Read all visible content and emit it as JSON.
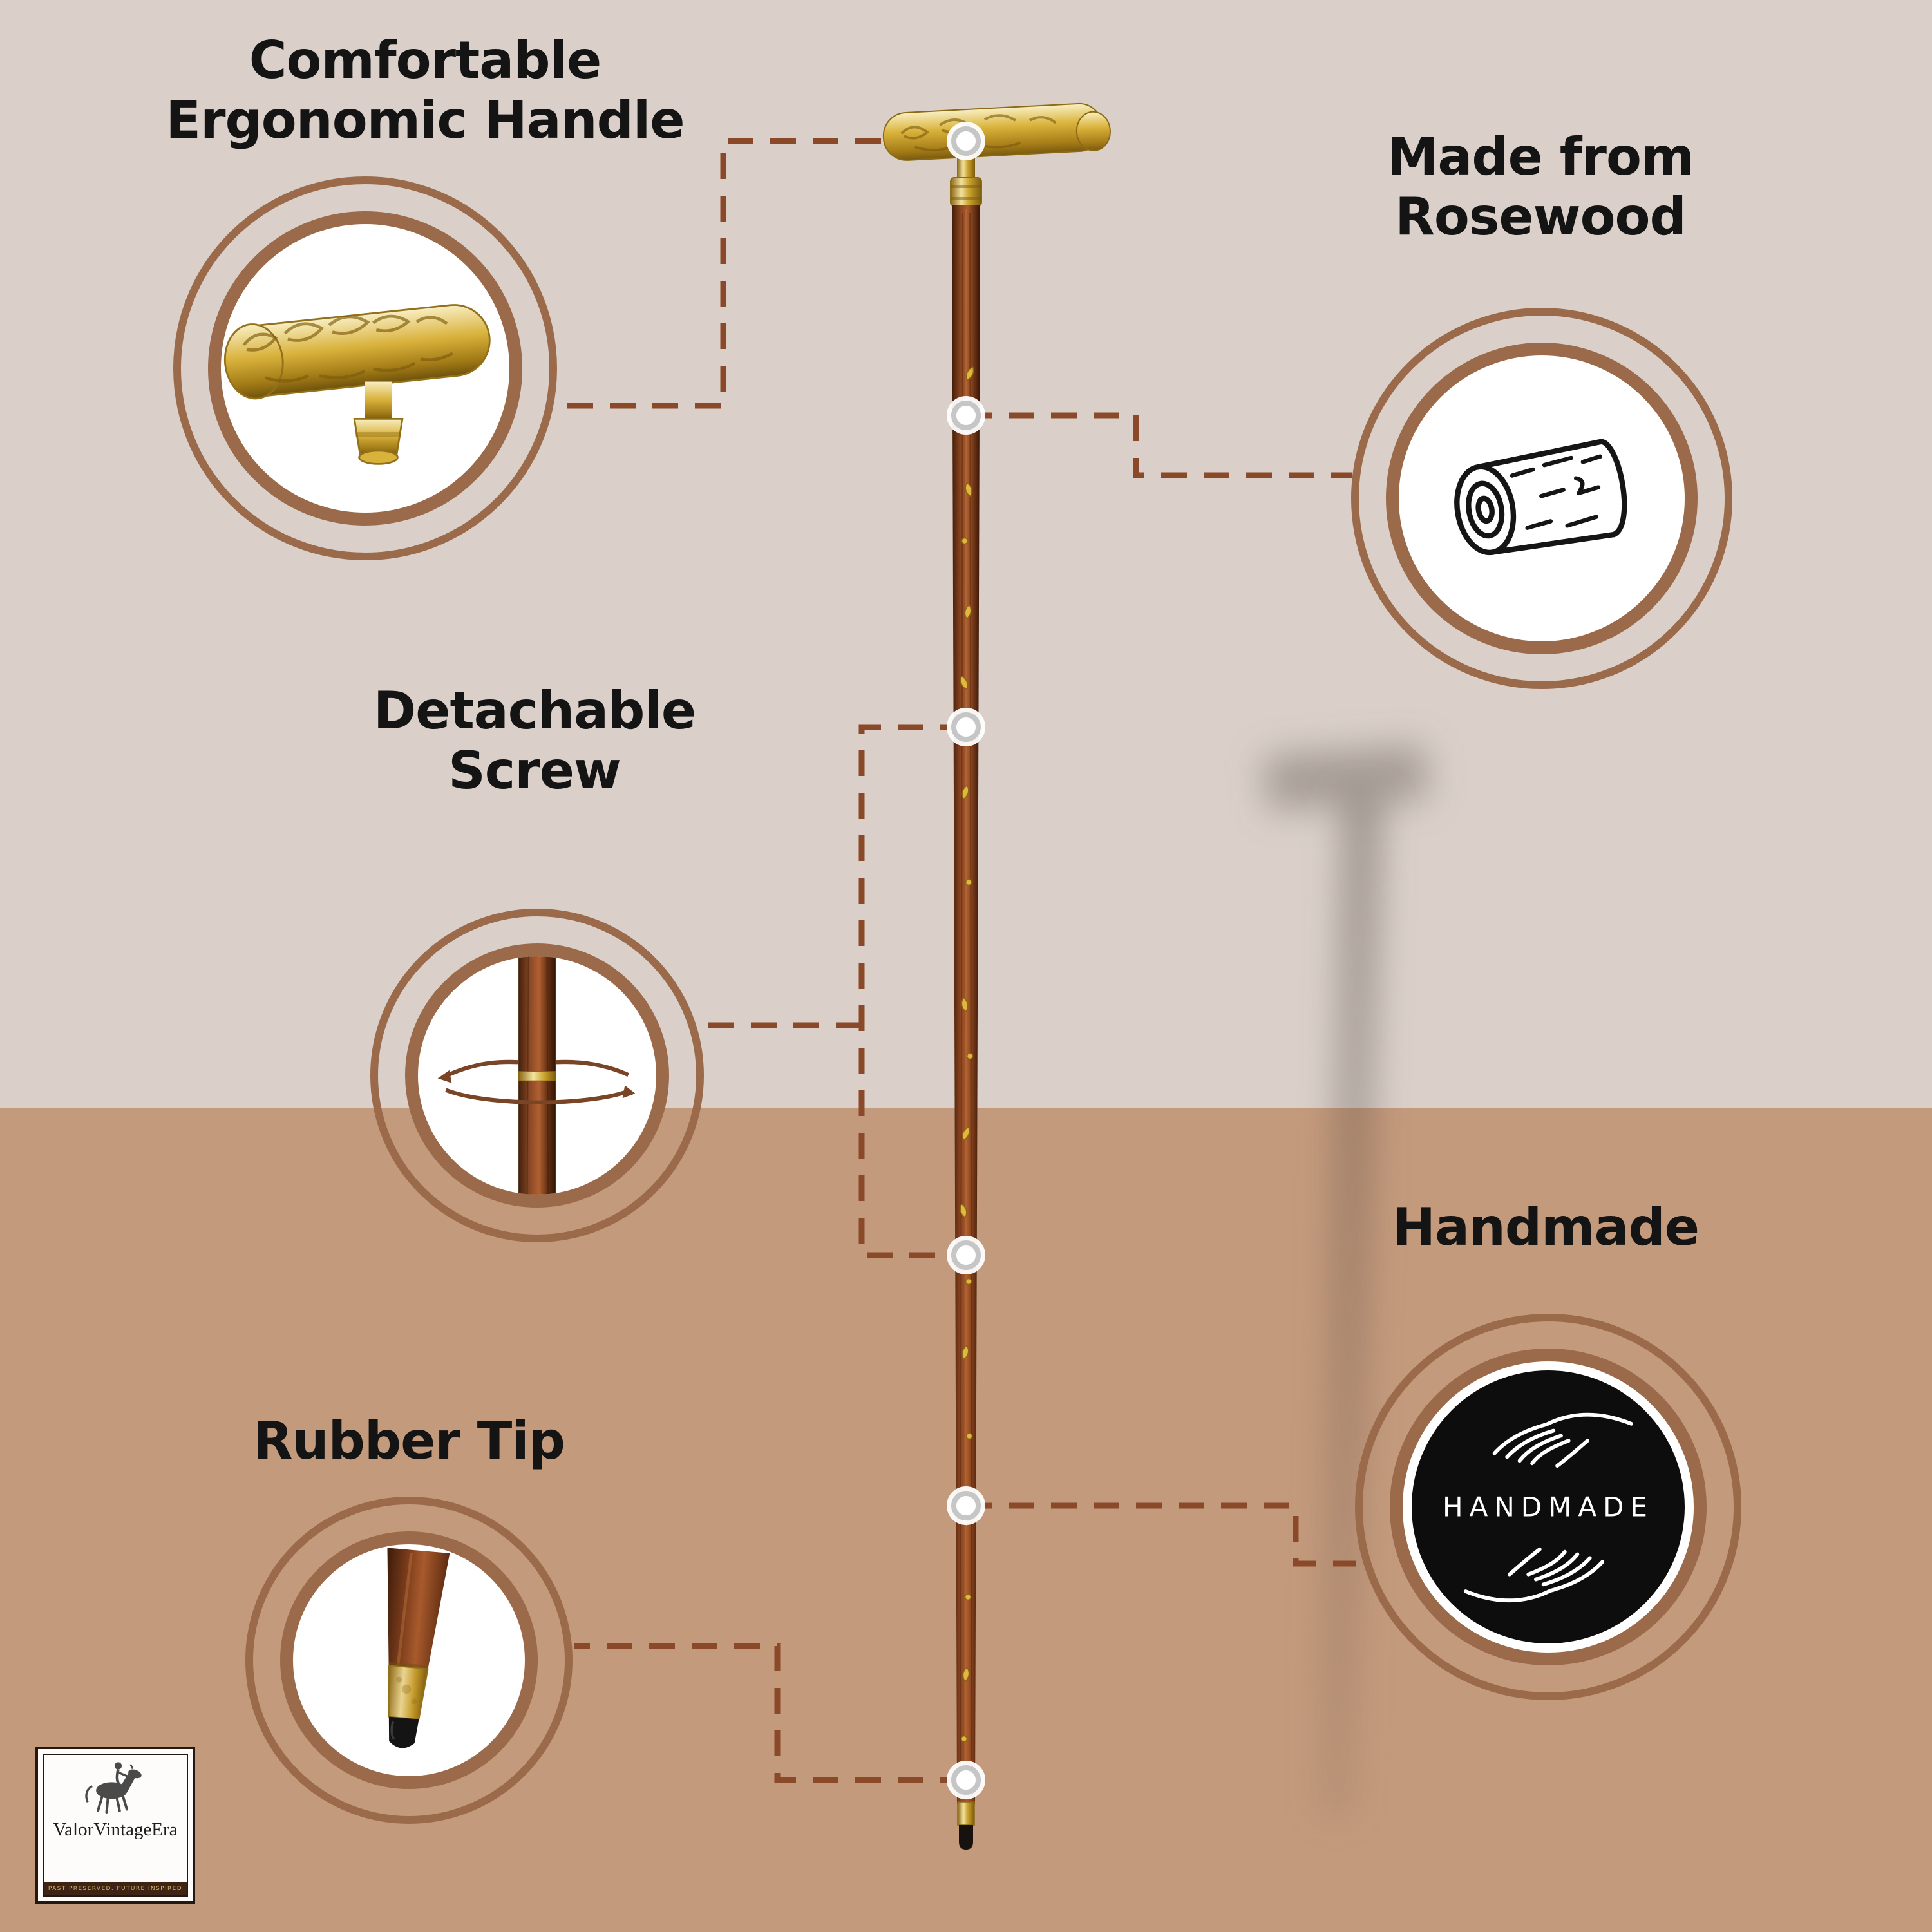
{
  "callouts": {
    "handle": {
      "line1": "Comfortable",
      "line2": "Ergonomic Handle"
    },
    "rosewood": {
      "line1": "Made from",
      "line2": "Rosewood"
    },
    "screw": {
      "line1": "Detachable",
      "line2": "Screw"
    },
    "handmade": {
      "label": "Handmade"
    },
    "tip": {
      "label": "Rubber Tip"
    }
  },
  "handmade_badge": {
    "text": "HANDMADE"
  },
  "logo": {
    "brand": "ValorVintageEra",
    "tagline": "PAST PRESERVED. FUTURE INSPIRED"
  },
  "icons": {
    "rosewood_icon": "log-icon",
    "screw_icon": "rotation-arrows-icon",
    "handmade_icon": "hands-icon",
    "handle_image": "brass-handle-photo",
    "tip_image": "rubber-tip-photo"
  },
  "colors": {
    "bg-top": "#dad0c9",
    "bg-bottom": "#c49a7c",
    "dash": "#8a4a2a",
    "ring": "#9a6a4a",
    "heading": "#141414",
    "badge-bg": "#0d0d0d",
    "badge-text": "#ffffff",
    "brass": "#d4af37",
    "wood": "#8a4420"
  }
}
